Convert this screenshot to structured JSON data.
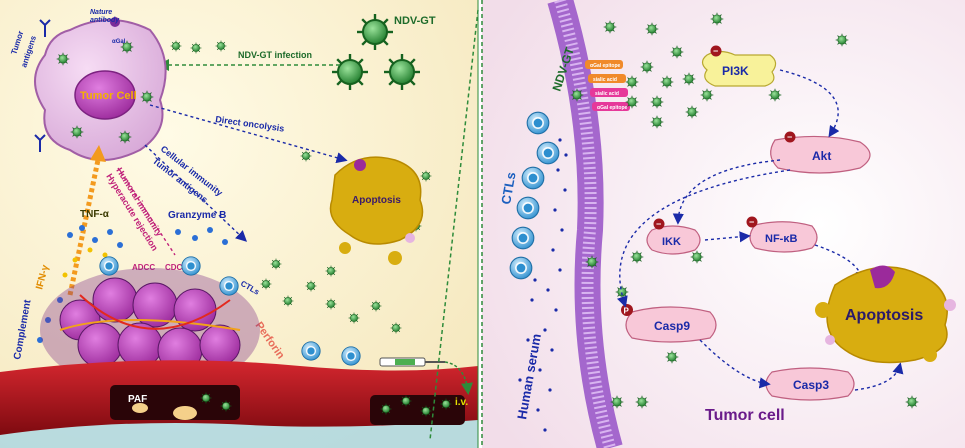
{
  "left_panel": {
    "tumor_cell": "Tumor Cell",
    "natural_antibody": [
      "Nature",
      "antibody"
    ],
    "agal": "αGal",
    "tumor_antigens": [
      "Tumor",
      "antigens"
    ],
    "ndv_gt": "NDV-GT",
    "ndv_gt_infection": "NDV-GT infection",
    "direct_oncolysis": "Direct oncolysis",
    "cellular_immunity": "Cellular immunity",
    "tumor_antigens_2": "Tumor antigens",
    "humoral_immunity": "Humoral immunity",
    "hyperacute_rejection": "Hyperacute rejection",
    "tnf": "TNF-α",
    "ifn": "IFN-γ",
    "granzyme": "Granzyme B",
    "complement": "Complement",
    "adcc": "ADCC",
    "cdc": "CDC",
    "ctls": "CTLs",
    "perforin": "Perforin",
    "apoptosis": "Apoptosis",
    "paf": "PAF",
    "iv": "i.v."
  },
  "right_panel": {
    "ndv_gt": "NDV-GT",
    "ctls": "CTLs",
    "human_serum": "Human serum",
    "receptors": [
      "αGal epitope",
      "sialic acid",
      "sialic acid",
      "αGal epitope"
    ],
    "pi3k": "PI3K",
    "akt": "Akt",
    "ikk": "IKK",
    "nfkb": "NF-κB",
    "casp9": "Casp9",
    "casp3": "Casp3",
    "apoptosis": "Apoptosis",
    "tumor_cell": "Tumor cell",
    "minus": "−",
    "phospho": "P"
  },
  "colors": {
    "left_bg": "#fdf6dc",
    "right_bg": "#f5e6ef",
    "membrane": "#9b59c9",
    "tumor_cell": "#e7c1e6",
    "nucleus": "#c04fc0",
    "virus": "#2e8b3a",
    "apoptotic": "#d8ad10",
    "vessel": "#b5131a",
    "arrow": "#1a2aa8",
    "ctl": "#3ea5d8",
    "node_fill": "#f8c8d8",
    "pi3k_fill": "#f8f29a"
  }
}
